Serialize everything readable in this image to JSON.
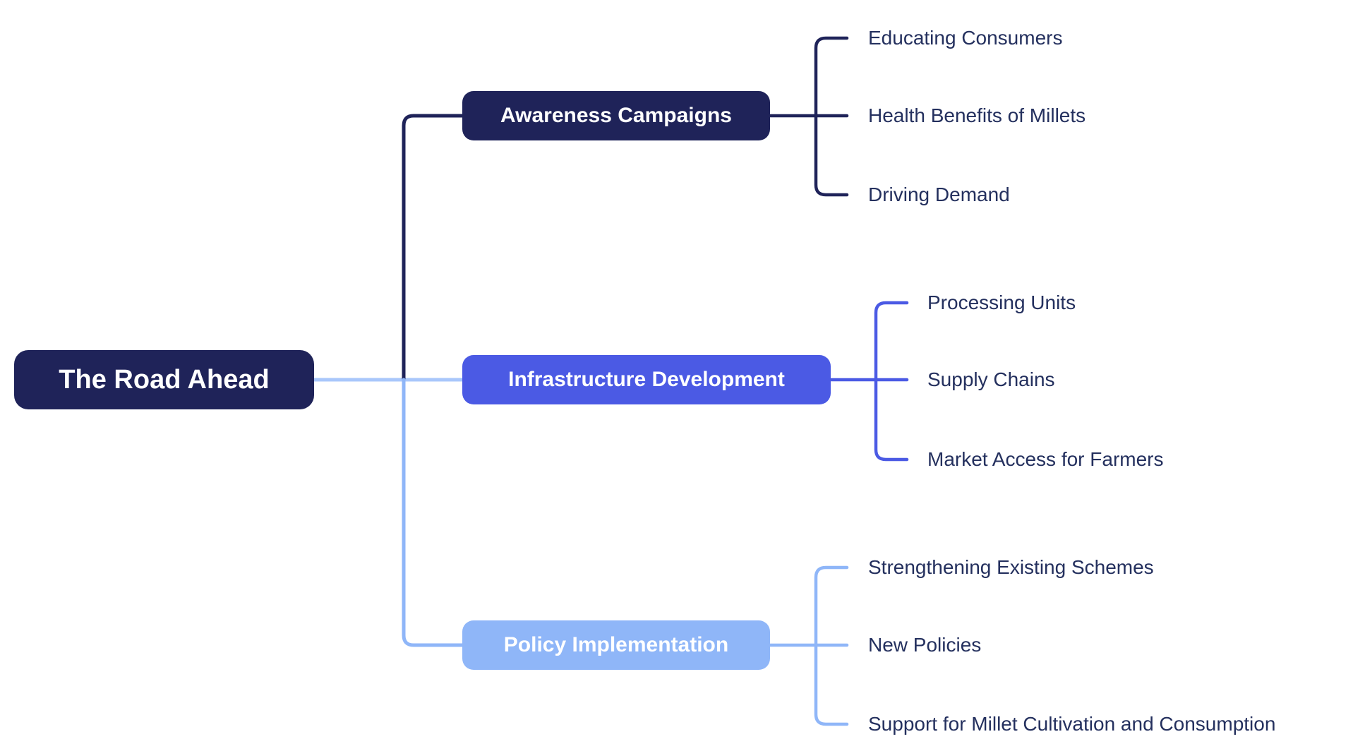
{
  "diagram": {
    "type": "mindmap",
    "root": {
      "label": "The Road Ahead",
      "color": "#1f2359",
      "text_color": "#ffffff"
    },
    "branches": [
      {
        "label": "Awareness Campaigns",
        "color": "#1f2359",
        "text_color": "#ffffff",
        "children": [
          "Educating Consumers",
          "Health Benefits of Millets",
          "Driving Demand"
        ]
      },
      {
        "label": "Infrastructure Development",
        "color": "#4b5ae4",
        "text_color": "#ffffff",
        "children": [
          "Processing Units",
          "Supply Chains",
          "Market Access for Farmers"
        ]
      },
      {
        "label": "Policy Implementation",
        "color": "#8fb6f8",
        "text_color": "#ffffff",
        "children": [
          "Strengthening Existing Schemes",
          "New Policies",
          "Support for Millet Cultivation and Consumption"
        ]
      }
    ],
    "colors": {
      "background": "#ffffff",
      "root_connector": "#a9c7fb",
      "leaf_text": "#24305e"
    }
  }
}
